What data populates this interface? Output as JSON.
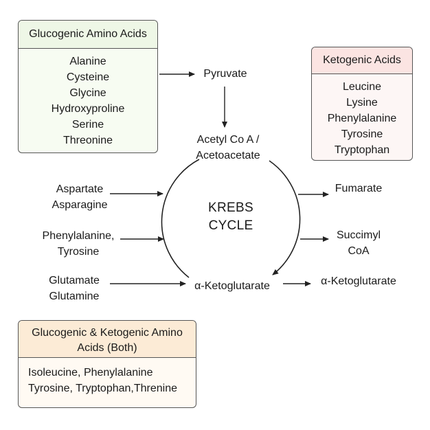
{
  "glucogenic": {
    "title": "Glucogenic Amino Acids",
    "items": [
      "Alanine",
      "Cysteine",
      "Glycine",
      "Hydroxyproline",
      "Serine",
      "Threonine"
    ],
    "header_color": "#eef7e6"
  },
  "ketogenic": {
    "title": "Ketogenic Acids",
    "items": [
      "Leucine",
      "Lysine",
      "Phenylalanine",
      "Tyrosine",
      "Tryptophan"
    ],
    "header_color": "#fbe4e2"
  },
  "both": {
    "title_line1": "Glucogenic & Ketogenic Amino",
    "title_line2": "Acids (Both)",
    "body_line1": "Isoleucine, Phenylalanine",
    "body_line2": "Tyrosine, Tryptophan,Threnine",
    "header_color": "#fcebd6"
  },
  "nodes": {
    "pyruvate": "Pyruvate",
    "acetyl_line1": "Acetyl Co A /",
    "acetyl_line2": "Acetoacetate",
    "krebs_line1": "KREBS",
    "krebs_line2": "CYCLE",
    "aspartate_line1": "Aspartate",
    "aspartate_line2": "Asparagine",
    "phe_line1": "Phenylalanine,",
    "phe_line2": "Tyrosine",
    "glu_line1": "Glutamate",
    "glu_line2": "Glutamine",
    "akg_center": "α-Ketoglutarate",
    "fumarate": "Fumarate",
    "succinyl_line1": "Succimyl",
    "succinyl_line2": "CoA",
    "akg_right": "α-Ketoglutarate"
  }
}
